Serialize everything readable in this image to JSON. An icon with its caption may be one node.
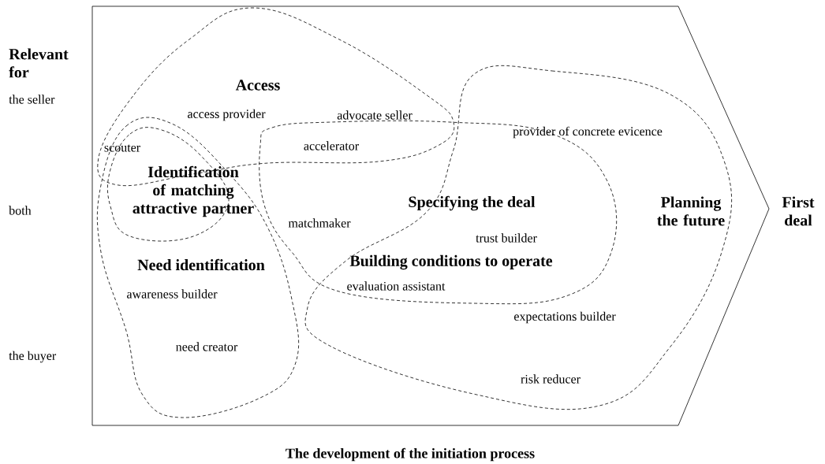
{
  "diagram": {
    "caption": "The development of the initiation process",
    "nodes": [
      {
        "text": [
          "First deal"
        ]
      },
      {
        "text": [
          "Access",
          "access provider",
          "advocate seller",
          "accelerator"
        ],
        "in": 0
      },
      {
        "text": [
          "Need identification",
          "awareness builder",
          "need creator"
        ],
        "in": 0
      },
      {
        "text": [
          "scouter",
          "Identification of matching attractive partner"
        ],
        "in": 2
      },
      {
        "text": [
          "Specifying the deal",
          "matchmaker",
          "trust builder",
          "Building conditions to operate",
          "evaluation assistant"
        ],
        "in": 0
      },
      {
        "text": [
          "Planning the future",
          "provider of concrete evicence",
          "expectations builder",
          "risk reducer"
        ],
        "in": 0
      }
    ],
    "labels": [
      "Relevant for",
      "the seller",
      "both",
      "the buyer"
    ]
  }
}
